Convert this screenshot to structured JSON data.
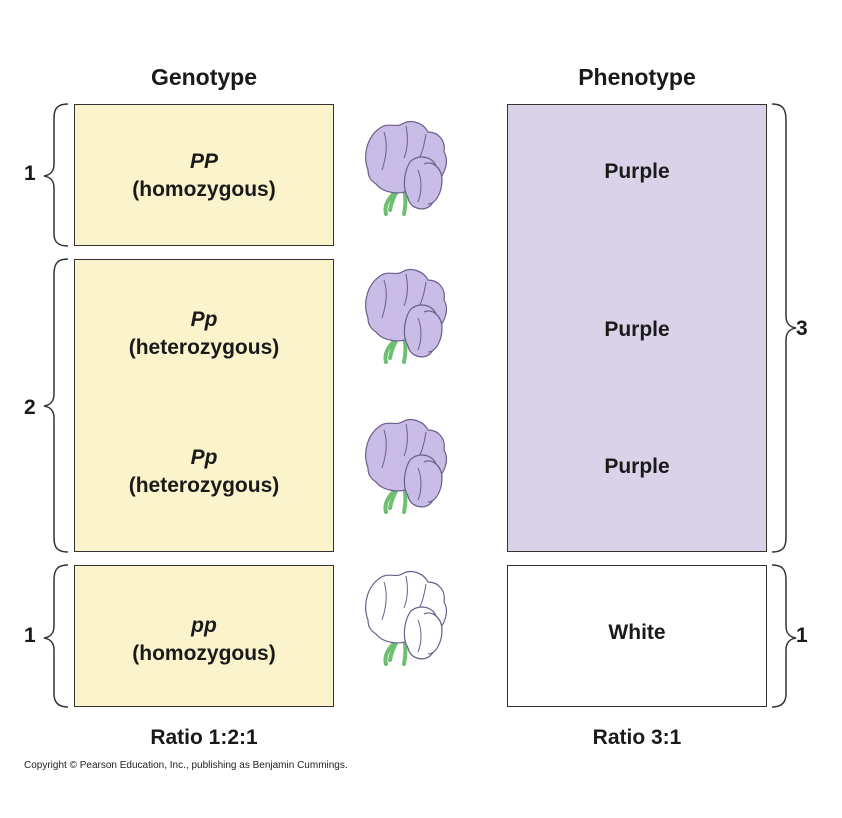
{
  "headers": {
    "genotype": "Genotype",
    "phenotype": "Phenotype"
  },
  "genotypes": [
    {
      "symbol": "PP",
      "zygosity": "(homozygous)"
    },
    {
      "symbol": "Pp",
      "zygosity": "(heterozygous)"
    },
    {
      "symbol": "Pp",
      "zygosity": "(heterozygous)"
    },
    {
      "symbol": "pp",
      "zygosity": "(homozygous)"
    }
  ],
  "phenotypes": [
    "Purple",
    "Purple",
    "Purple",
    "White"
  ],
  "genotype_counts": [
    "1",
    "2",
    "1"
  ],
  "phenotype_counts": [
    "3",
    "1"
  ],
  "ratios": {
    "genotype": "Ratio 1:2:1",
    "phenotype": "Ratio 3:1"
  },
  "copyright": "Copyright © Pearson Education, Inc., publishing as Benjamin Cummings.",
  "colors": {
    "genotype_fill": "#faf3cc",
    "purple_fill": "#d9d2e9",
    "flower_purple": "#c9bce6",
    "flower_white": "#ffffff",
    "stem_green": "#6fbf73"
  },
  "flowers": [
    "purple-flower-icon",
    "purple-flower-icon",
    "purple-flower-icon",
    "white-flower-icon"
  ]
}
